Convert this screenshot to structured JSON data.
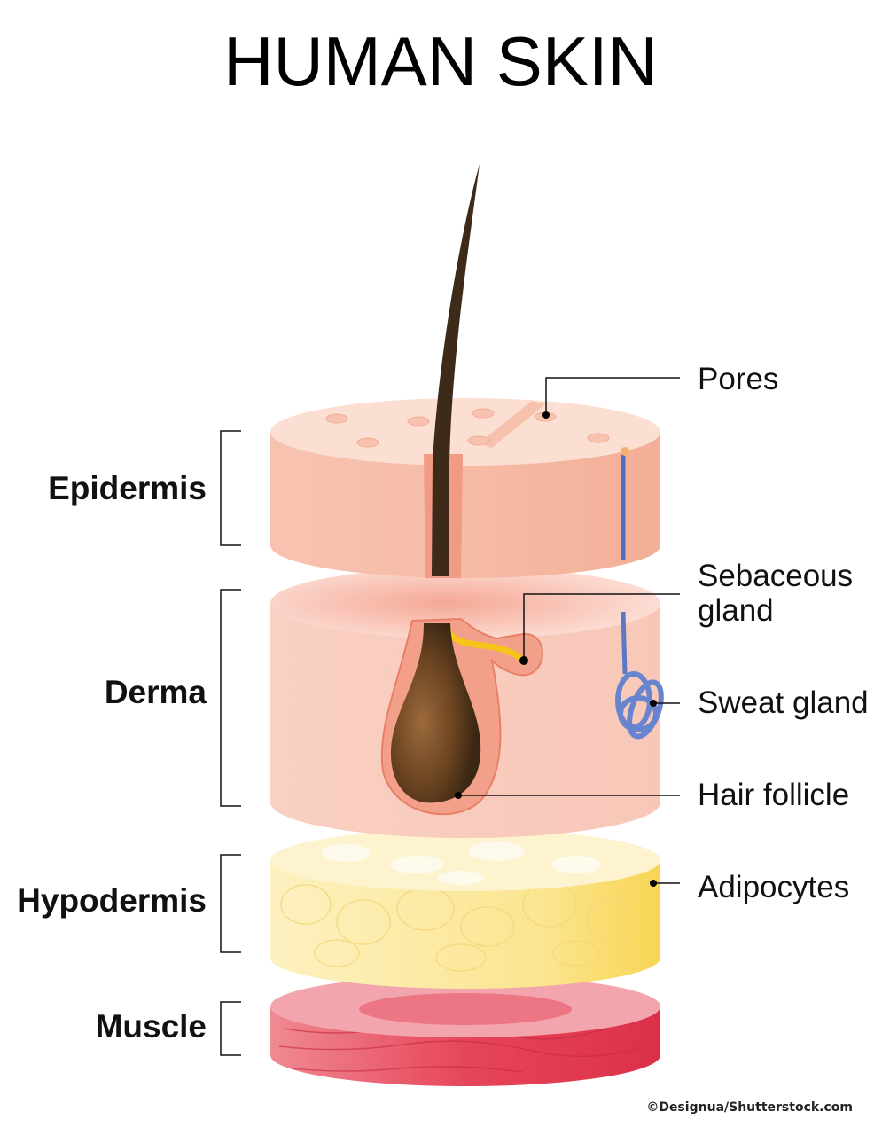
{
  "title": "HUMAN SKIN",
  "layers": [
    {
      "label": "Epidermis"
    },
    {
      "label": "Derma"
    },
    {
      "label": "Hypodermis"
    },
    {
      "label": "Muscle"
    }
  ],
  "callouts": {
    "pores": "Pores",
    "sebaceous_line1": "Sebaceous",
    "sebaceous_line2": "gland",
    "sweat_gland": "Sweat gland",
    "hair_follicle": "Hair follicle",
    "adipocytes": "Adipocytes"
  },
  "credit": "©Designua/Shutterstock.com",
  "colors": {
    "epidermis": "#f6b9a3",
    "derma": "#f9cfc2",
    "hypodermis": "#fbe79a",
    "muscle": "#e8475a",
    "hair": "#3d2a18",
    "sweat": "#5a78c4",
    "sebum": "#f7c51a"
  }
}
